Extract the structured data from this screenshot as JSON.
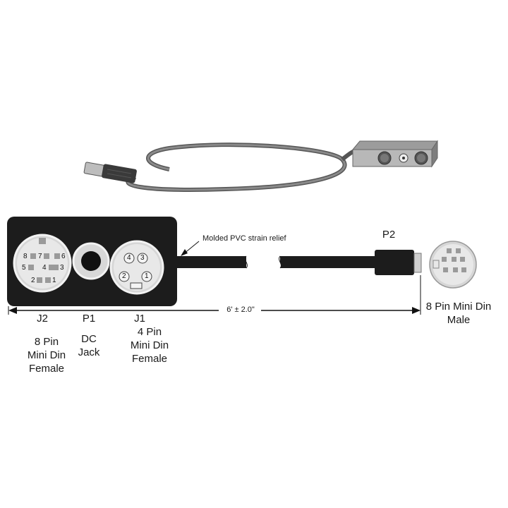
{
  "callouts": {
    "strain_relief": "Molded PVC strain relief",
    "length": "6'  ± 2.0\""
  },
  "connectors": {
    "j2": {
      "ref": "J2",
      "line1": "8 Pin",
      "line2": "Mini Din",
      "line3": "Female"
    },
    "p1": {
      "ref": "P1",
      "line1": "DC",
      "line2": "Jack"
    },
    "j1": {
      "ref": "J1",
      "line1": "4 Pin",
      "line2": "Mini Din",
      "line3": "Female"
    },
    "p2": {
      "ref": "P2",
      "line1": "8 Pin Mini Din",
      "line2": "Male"
    }
  },
  "pins": {
    "j2": [
      "8",
      "7",
      "6",
      "5",
      "4",
      "3",
      "2",
      "1"
    ],
    "j1": [
      "4",
      "3",
      "2",
      "1"
    ]
  },
  "colors": {
    "housing": "#1c1c1c",
    "cable_photo": "#6d6d6d",
    "connector_face": "#e4e4e4",
    "pin": "#9a9a9a"
  }
}
